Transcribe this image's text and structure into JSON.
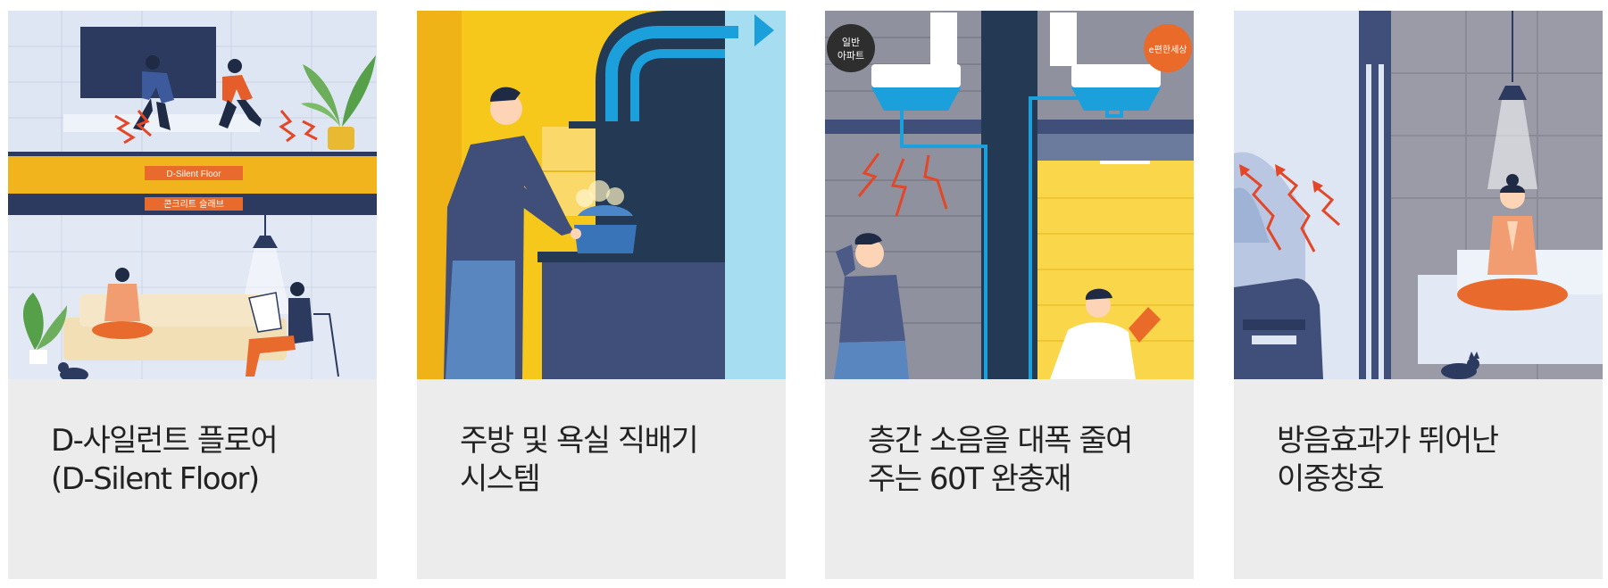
{
  "cards": [
    {
      "caption_line1": "D-사일런트 플로어",
      "caption_line2": "(D-Silent Floor)",
      "illustration": {
        "layer_top_label": "D-Silent Floor",
        "layer_bottom_label": "콘크리트 슬래브",
        "icons": [
          "running-kids-icon",
          "plant-icon",
          "sofa-icon",
          "lamp-icon",
          "cat-icon"
        ]
      }
    },
    {
      "caption_line1": "주방 및 욕실 직배기",
      "caption_line2": "시스템",
      "illustration": {
        "icons": [
          "cooking-man-icon",
          "pot-icon",
          "exhaust-duct-icon",
          "arrow-right-icon"
        ]
      }
    },
    {
      "caption_line1": "층간 소음을 대폭 줄여",
      "caption_line2": "주는 60T 완충재",
      "illustration": {
        "badge_left_line1": "일반",
        "badge_left_line2": "아파트",
        "badge_right": "e편한세상",
        "icons": [
          "toilet-icon",
          "pipe-icon",
          "stressed-woman-icon",
          "reading-woman-icon",
          "book-icon"
        ]
      }
    },
    {
      "caption_line1": "방음효과가 뛰어난",
      "caption_line2": "이중창호",
      "illustration": {
        "icons": [
          "car-icon",
          "noise-arrows-icon",
          "window-frame-icon",
          "lamp-icon",
          "meditating-woman-icon",
          "cat-icon"
        ]
      }
    }
  ],
  "colors": {
    "card_bg": "#ececec",
    "caption_text": "#222222",
    "navy": "#233954",
    "yellow": "#f7c81c",
    "orange": "#ea6a2a",
    "sky": "#1ba0dc",
    "noise_red": "#e34728"
  }
}
